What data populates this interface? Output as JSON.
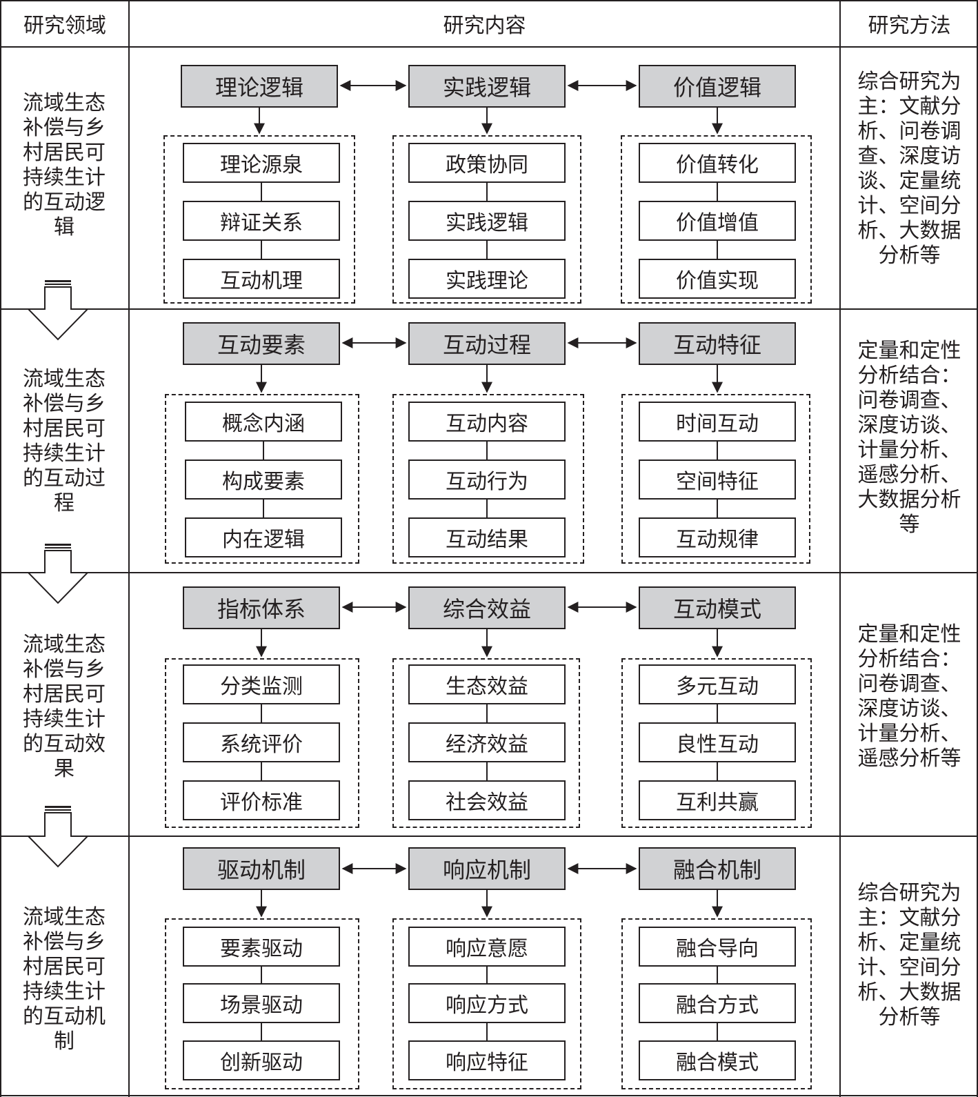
{
  "header": {
    "domain": "研究领域",
    "content": "研究内容",
    "method": "研究方法"
  },
  "rows": [
    {
      "domain": "流域生态补偿与乡村居民可持续生计的互动逻辑",
      "method": "综合研究为主：文献分析、问卷调查、深度访谈、定量统计、空间分析、大数据分析等",
      "columns": [
        {
          "head": "理论逻辑",
          "items": [
            "理论源泉",
            "辩证关系",
            "互动机理"
          ]
        },
        {
          "head": "实践逻辑",
          "items": [
            "政策协同",
            "实践逻辑",
            "实践理论"
          ]
        },
        {
          "head": "价值逻辑",
          "items": [
            "价值转化",
            "价值增值",
            "价值实现"
          ]
        }
      ]
    },
    {
      "domain": "流域生态补偿与乡村居民可持续生计的互动过程",
      "method": "定量和定性分析结合：问卷调查、深度访谈、计量分析、遥感分析、大数据分析等",
      "columns": [
        {
          "head": "互动要素",
          "items": [
            "概念内涵",
            "构成要素",
            "内在逻辑"
          ]
        },
        {
          "head": "互动过程",
          "items": [
            "互动内容",
            "互动行为",
            "互动结果"
          ]
        },
        {
          "head": "互动特征",
          "items": [
            "时间互动",
            "空间特征",
            "互动规律"
          ]
        }
      ]
    },
    {
      "domain": "流域生态补偿与乡村居民可持续生计的互动效果",
      "method": "定量和定性分析结合：问卷调查、深度访谈、计量分析、遥感分析等",
      "columns": [
        {
          "head": "指标体系",
          "items": [
            "分类监测",
            "系统评价",
            "评价标准"
          ]
        },
        {
          "head": "综合效益",
          "items": [
            "生态效益",
            "经济效益",
            "社会效益"
          ]
        },
        {
          "head": "互动模式",
          "items": [
            "多元互动",
            "良性互动",
            "互利共赢"
          ]
        }
      ]
    },
    {
      "domain": "流域生态补偿与乡村居民可持续生计的互动机制",
      "method": "综合研究为主：文献分析、定量统计、空间分析、大数据分析等",
      "columns": [
        {
          "head": "驱动机制",
          "items": [
            "要素驱动",
            "场景驱动",
            "创新驱动"
          ]
        },
        {
          "head": "响应机制",
          "items": [
            "响应意愿",
            "响应方式",
            "响应特征"
          ]
        },
        {
          "head": "融合机制",
          "items": [
            "融合导向",
            "融合方式",
            "融合模式"
          ]
        }
      ]
    }
  ]
}
